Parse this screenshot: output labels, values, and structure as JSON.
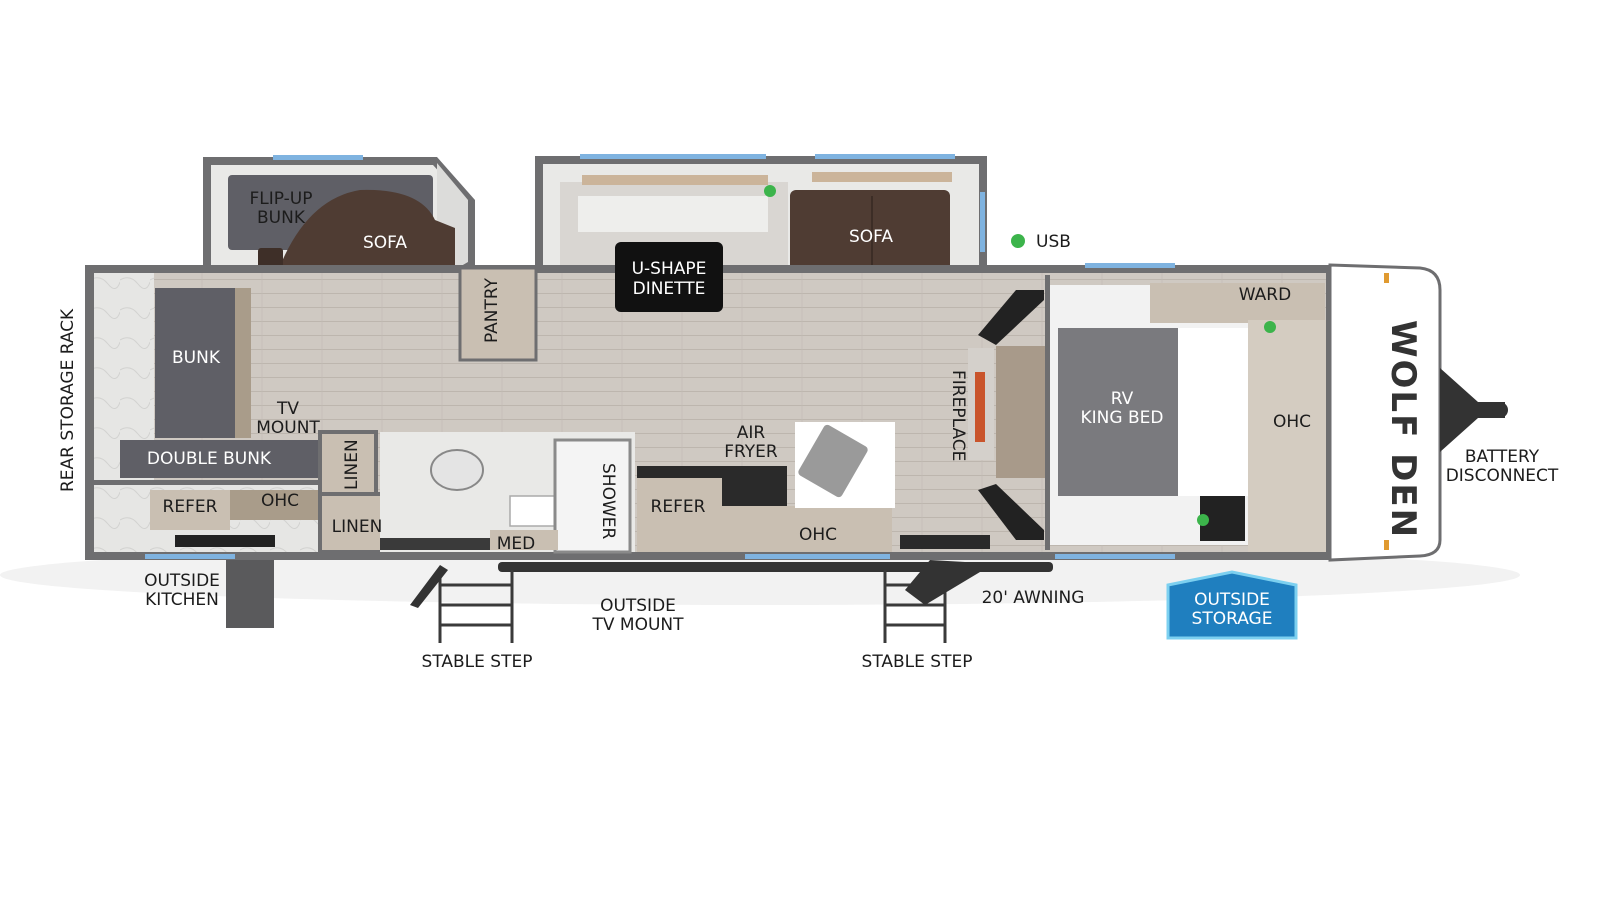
{
  "brand": "WOLF DEN",
  "labels": {
    "flip_up_bunk_1": "FLIP-UP",
    "flip_up_bunk_2": "BUNK",
    "sofa_rear": "SOFA",
    "pantry": "PANTRY",
    "dinette_1": "U-SHAPE",
    "dinette_2": "DINETTE",
    "sofa_front": "SOFA",
    "usb": "USB",
    "ward": "WARD",
    "rear_storage_rack": "REAR STORAGE RACK",
    "bunk": "BUNK",
    "tv_mount_1": "TV",
    "tv_mount_2": "MOUNT",
    "double_bunk": "DOUBLE BUNK",
    "linen_vertical": "LINEN",
    "linen": "LINEN",
    "refer_rear": "REFER",
    "ohc_rear": "OHC",
    "med": "MED",
    "shower": "SHOWER",
    "refer_kitchen": "REFER",
    "air_fryer_1": "AIR",
    "air_fryer_2": "FRYER",
    "ohc_kitchen": "OHC",
    "fireplace": "FIREPLACE",
    "bed_1": "RV",
    "bed_2": "KING BED",
    "ohc_front": "OHC",
    "battery_1": "BATTERY",
    "battery_2": "DISCONNECT",
    "outside_kitchen_1": "OUTSIDE",
    "outside_kitchen_2": "KITCHEN",
    "outside_tv_1": "OUTSIDE",
    "outside_tv_2": "TV MOUNT",
    "awning": "20' AWNING",
    "stable_step_left": "STABLE STEP",
    "stable_step_right": "STABLE STEP",
    "outside_storage_1": "OUTSIDE",
    "outside_storage_2": "STORAGE"
  },
  "colors": {
    "wall": "#6e6e70",
    "floor": "#cdc7c0",
    "cabinet": "#b5a998",
    "sofa": "#4f3c33",
    "bunk": "#5f5f66",
    "usb_dot": "#3cb44b",
    "window": "#7fb3e0",
    "storage_badge": "#1f7fbf"
  }
}
